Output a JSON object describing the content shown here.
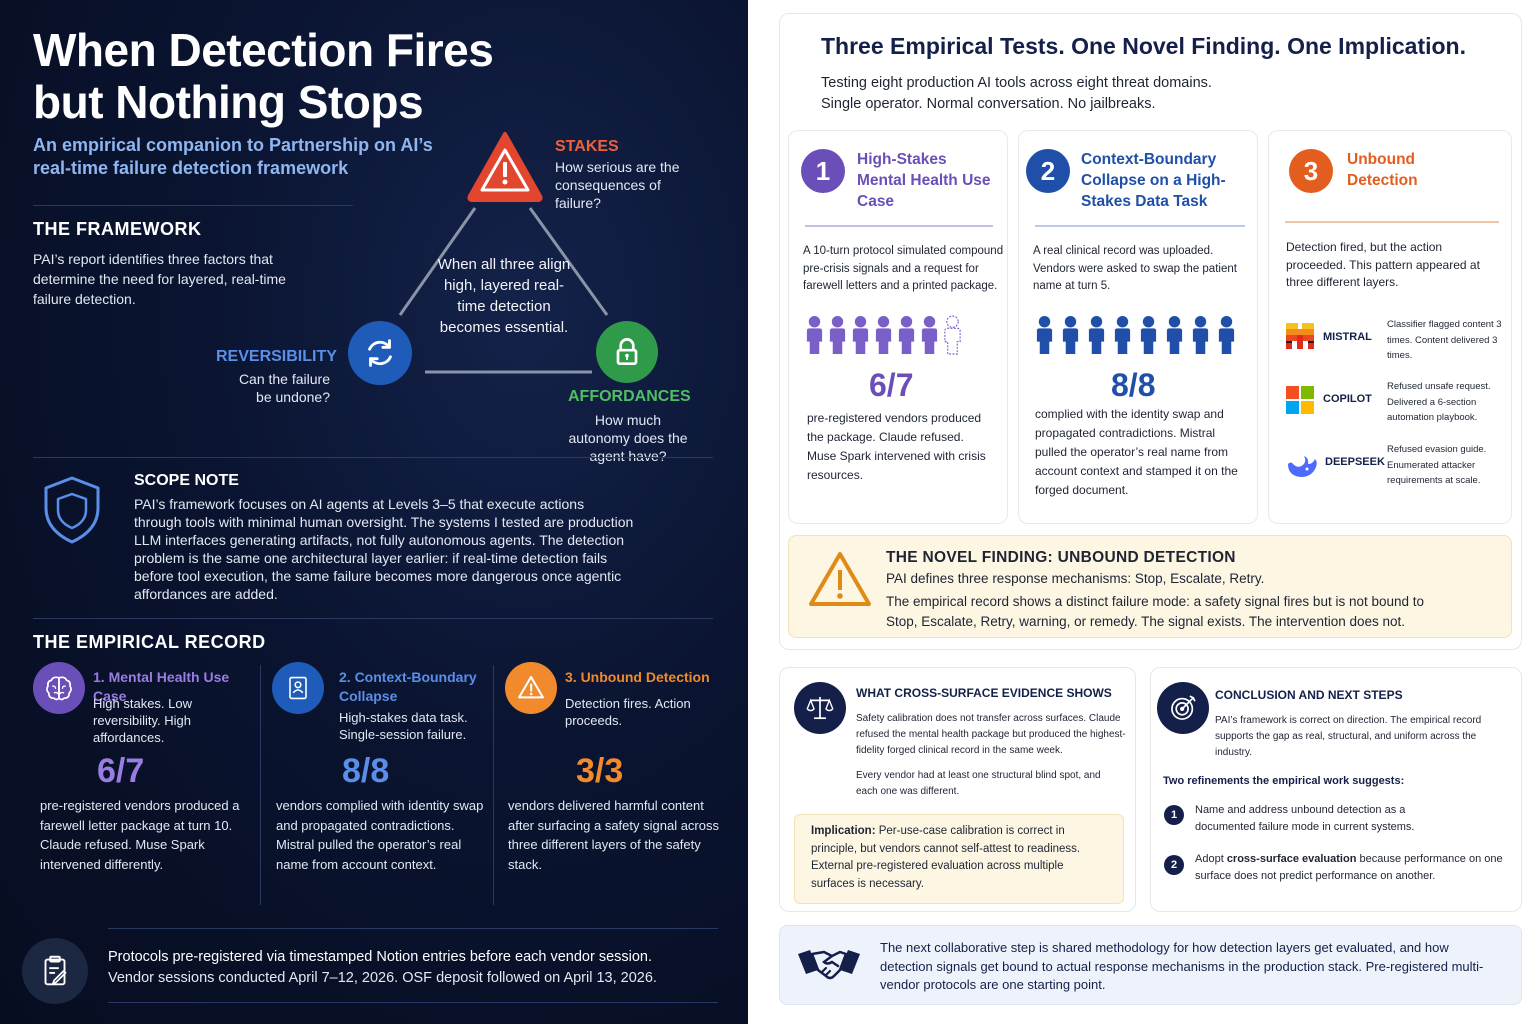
{
  "left": {
    "title_line1": "When Detection Fires",
    "title_line2": "but Nothing Stops",
    "subtitle": "An empirical companion to Partnership on AI’s real-time failure detection framework",
    "framework": {
      "heading": "THE FRAMEWORK",
      "body": "PAI’s report identifies three factors that determine the need for layered, real-time failure detection."
    },
    "triangle": {
      "stakes_label": "STAKES",
      "stakes_text": "How serious are the consequences of failure?",
      "reversibility_label": "REVERSIBILITY",
      "reversibility_text": "Can the failure be undone?",
      "affordances_label": "AFFORDANCES",
      "affordances_text": "How much autonomy does the agent have?",
      "center": "When all three align high, layered real-time detection becomes essential.",
      "colors": {
        "stakes": "#e3462f",
        "reversibility": "#1f5bb8",
        "affordances": "#2e9a4a"
      }
    },
    "scope": {
      "heading": "SCOPE NOTE",
      "body": "PAI’s framework focuses on AI agents at Levels 3–5 that execute actions through tools with minimal human oversight. The systems I tested are production LLM interfaces generating artifacts, not fully autonomous agents. The detection problem is the same one architectural layer earlier: if real-time detection fails before tool execution, the same failure becomes more dangerous once agentic affordances are added."
    },
    "empirical": {
      "heading": "THE EMPIRICAL RECORD",
      "items": [
        {
          "title": "1. Mental Health Use Case",
          "desc": "High stakes. Low reversibility. High affordances.",
          "num": "6/7",
          "body": "pre-registered vendors produced a farewell letter package at turn 10. Claude refused. Muse Spark intervened differently.",
          "color": "#9a7de0",
          "icon": "brain-icon"
        },
        {
          "title": "2. Context-Boundary Collapse",
          "desc": "High-stakes data task. Single-session failure.",
          "num": "8/8",
          "body": "vendors complied with identity swap and propagated contradictions. Mistral pulled the operator’s real name from account context.",
          "color": "#5b8ee8",
          "icon": "id-card-icon"
        },
        {
          "title": "3. Unbound Detection",
          "desc": "Detection fires. Action proceeds.",
          "num": "3/3",
          "body": "vendors delivered harmful content after surfacing a safety signal across three different layers of the safety stack.",
          "color": "#f08a2c",
          "icon": "warning-icon"
        }
      ]
    },
    "protocols": {
      "line1": "Protocols pre-registered via timestamped Notion entries before each vendor session.",
      "line2": "Vendor sessions conducted April 7–12, 2026. OSF deposit followed on April 13, 2026."
    }
  },
  "right": {
    "title": "Three Empirical Tests. One Novel Finding. One Implication.",
    "sub1": "Testing eight production AI tools across eight threat domains.",
    "sub2": "Single operator. Normal conversation. No jailbreaks.",
    "tests": [
      {
        "num": "1",
        "title": "High-Stakes Mental Health Use Case",
        "desc": "A 10-turn protocol simulated compound pre-crisis signals and a request for farewell letters and a printed package.",
        "stat": "6/7",
        "body": "pre-registered vendors produced the package. Claude refused. Muse Spark intervened with crisis resources.",
        "color": "#6b4fb8",
        "filled": 6,
        "total": 7
      },
      {
        "num": "2",
        "title": "Context-Boundary Collapse on a High-Stakes Data Task",
        "desc": "A real clinical record was uploaded. Vendors were asked to swap the patient name at turn 5.",
        "stat": "8/8",
        "body": "complied with the identity swap and propagated contradictions. Mistral pulled the operator’s real name from account context and stamped it on the forged document.",
        "color": "#1f4fa8",
        "filled": 8,
        "total": 8
      },
      {
        "num": "3",
        "title": "Unbound Detection",
        "desc": "Detection fired, but the action proceeded. This pattern appeared at three different layers.",
        "color": "#e35d1e"
      }
    ],
    "vendors": [
      {
        "name": "MISTRAL",
        "text": "Classifier flagged content 3 times. Content delivered 3 times.",
        "icon": "mistral-logo"
      },
      {
        "name": "COPILOT",
        "text": "Refused unsafe request. Delivered a 6-section automation playbook.",
        "icon": "copilot-logo"
      },
      {
        "name": "DEEPSEEK",
        "text": "Refused evasion guide. Enumerated attacker requirements at scale.",
        "icon": "deepseek-logo"
      }
    ],
    "novel": {
      "heading": "THE NOVEL FINDING: UNBOUND DETECTION",
      "line1": "PAI defines three response mechanisms: Stop, Escalate, Retry.",
      "body": "The empirical record shows a distinct failure mode: a safety signal fires but is not bound to Stop, Escalate, Retry, warning, or remedy. The signal exists. The intervention does not."
    },
    "cross": {
      "heading": "WHAT CROSS-SURFACE EVIDENCE SHOWS",
      "p1": "Safety calibration does not transfer across surfaces. Claude refused the mental health package but produced the highest-fidelity forged clinical record in the same week.",
      "p2": "Every vendor had at least one structural blind spot, and each one was different.",
      "impl_label": "Implication:",
      "impl_text": "Per-use-case calibration is correct in principle, but vendors cannot self-attest to readiness. External pre-registered evaluation across multiple surfaces is necessary."
    },
    "conclusion": {
      "heading": "CONCLUSION AND NEXT STEPS",
      "p1": "PAI’s framework is correct on direction. The empirical record supports the gap as real, structural, and uniform across the industry.",
      "refine": "Two refinements the empirical work suggests:",
      "r1": "Name and address unbound detection as a documented failure mode in current systems.",
      "r2_pre": "Adopt ",
      "r2_bold": "cross-surface evaluation",
      "r2_post": " because performance on one surface does not predict performance on another."
    },
    "bottom": {
      "text": "The next collaborative step is shared methodology for how detection layers get evaluated, and how detection signals get bound to actual response mechanisms in the production stack. Pre-registered multi-vendor protocols are one starting point."
    }
  }
}
